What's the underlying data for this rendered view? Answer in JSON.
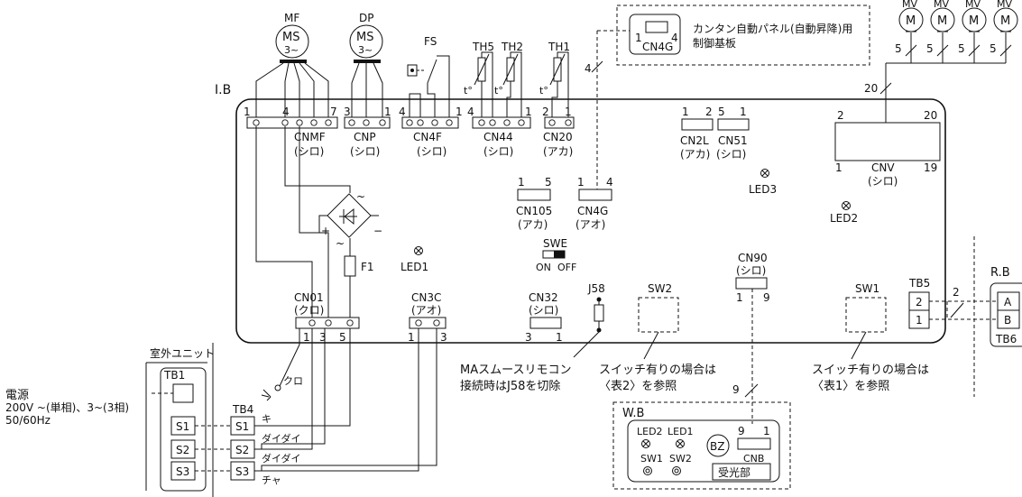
{
  "title_ib": "I.B",
  "motors": {
    "mf": {
      "label": "MF",
      "ms": "MS",
      "phase": "3~"
    },
    "dp": {
      "label": "DP",
      "ms": "MS",
      "phase": "3~"
    }
  },
  "mv": {
    "label": "MV",
    "m": "M",
    "pin": "5",
    "bus_count": "20"
  },
  "switch_fs": "FS",
  "thermistors": {
    "th5": "TH5",
    "th2": "TH2",
    "th1": "TH1",
    "t": "t°"
  },
  "connectors": {
    "cnmf": {
      "name": "CNMF",
      "color": "(シロ)",
      "pin_a": "1",
      "pin_b": "4",
      "pin_c": "7"
    },
    "cnp": {
      "name": "CNP",
      "color": "(シロ)",
      "pin_a": "3",
      "pin_b": "1"
    },
    "cn4f": {
      "name": "CN4F",
      "color": "(シロ)",
      "pin_a": "4",
      "pin_b": "1"
    },
    "cn44": {
      "name": "CN44",
      "color": "(シロ)",
      "pin_a": "4",
      "pin_b": "1"
    },
    "cn20": {
      "name": "CN20",
      "color": "(アカ)",
      "pin_a": "2",
      "pin_b": "1"
    },
    "cn2l": {
      "name": "CN2L",
      "color": "(アカ)",
      "pin_a": "1",
      "pin_b": "2"
    },
    "cn51": {
      "name": "CN51",
      "color": "(シロ)",
      "pin_a": "5",
      "pin_b": "1"
    },
    "cnv": {
      "name": "CNV",
      "color": "(シロ)",
      "pin_tl": "2",
      "pin_tr": "20",
      "pin_bl": "1",
      "pin_br": "19"
    },
    "cn105": {
      "name": "CN105",
      "color": "(アカ)",
      "pin_a": "1",
      "pin_b": "5"
    },
    "cn4g": {
      "name": "CN4G",
      "color": "(アオ)",
      "pin_a": "1",
      "pin_b": "4",
      "wire_count": "4"
    },
    "cn90": {
      "name": "CN90",
      "color": "(シロ)",
      "pin_a": "1",
      "pin_b": "9",
      "wire_count": "9"
    },
    "cn01": {
      "name": "CN01",
      "color": "(クロ)",
      "pin_a": "1",
      "pin_b": "3",
      "pin_c": "5"
    },
    "cn3c": {
      "name": "CN3C",
      "color": "(アオ)",
      "pin_a": "1",
      "pin_b": "3"
    },
    "cn32": {
      "name": "CN32",
      "color": "(シロ)",
      "pin_a": "3",
      "pin_b": "1"
    }
  },
  "leds": {
    "led1": "LED1",
    "led2": "LED2",
    "led3": "LED3"
  },
  "swe": {
    "name": "SWE",
    "on": "ON",
    "off": "OFF"
  },
  "fuse": "F1",
  "j58": "J58",
  "sw2": "SW2",
  "sw1": "SW1",
  "tb5": {
    "name": "TB5",
    "p1": "2",
    "p2": "1",
    "wire_count": "2"
  },
  "rb": {
    "name": "R.B",
    "a": "A",
    "b": "B",
    "tb6": "TB6"
  },
  "panel": {
    "connector": "CN4G",
    "pin_a": "1",
    "pin_b": "4",
    "text1": "カンタン自動パネル(自動昇降)用",
    "text2": "制御基板"
  },
  "notes": {
    "j58_1": "MAスムースリモコン",
    "j58_2": "接続時はJ58を切除",
    "sw2_1": "スイッチ有りの場合は",
    "sw2_2": "〈表2〉を参照",
    "sw1_1": "スイッチ有りの場合は",
    "sw1_2": "〈表1〉を参照"
  },
  "outdoor": {
    "title": "室外ユニット",
    "tb1": "TB1",
    "s1": "S1",
    "s2": "S2",
    "s3": "S3"
  },
  "power": {
    "line1": "電源",
    "line2": "200V ~(単相)、3~(3相)",
    "line3": "50/60Hz"
  },
  "tb4": {
    "name": "TB4",
    "s1": "S1",
    "s2": "S2",
    "s3": "S3"
  },
  "wires": {
    "ki": "キ",
    "daidai1": "ダイダイ",
    "daidai2": "ダイダイ",
    "cha": "チャ",
    "kuro": "クロ"
  },
  "wb": {
    "name": "W.B",
    "led2": "LED2",
    "led1": "LED1",
    "bz": "BZ",
    "sw1": "SW1",
    "sw2": "SW2",
    "cnb": "CNB",
    "pin_a": "9",
    "pin_b": "1",
    "receiver": "受光部"
  }
}
